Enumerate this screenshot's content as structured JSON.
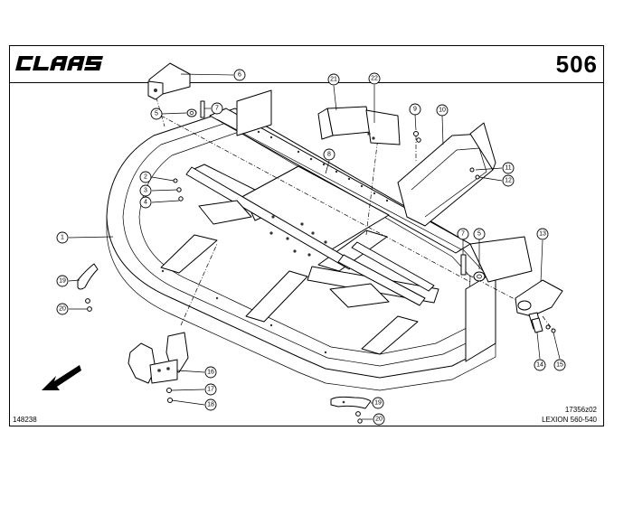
{
  "header": {
    "logo_text": "CLAAS",
    "page_number": "506"
  },
  "footer": {
    "doc_number": "148238",
    "drawing_id": "17356z02",
    "model": "LEXION 560-540"
  },
  "callouts": [
    {
      "label": "1"
    },
    {
      "label": "2"
    },
    {
      "label": "3"
    },
    {
      "label": "4"
    },
    {
      "label": "5"
    },
    {
      "label": "6"
    },
    {
      "label": "7"
    },
    {
      "label": "8"
    },
    {
      "label": "9"
    },
    {
      "label": "10"
    },
    {
      "label": "11"
    },
    {
      "label": "12"
    },
    {
      "label": "13"
    },
    {
      "label": "14"
    },
    {
      "label": "15"
    },
    {
      "label": "16"
    },
    {
      "label": "17"
    },
    {
      "label": "18"
    },
    {
      "label": "19"
    },
    {
      "label": "20"
    },
    {
      "label": "21"
    },
    {
      "label": "22"
    },
    {
      "label": "7"
    },
    {
      "label": "5"
    },
    {
      "label": "19"
    },
    {
      "label": "20"
    }
  ]
}
